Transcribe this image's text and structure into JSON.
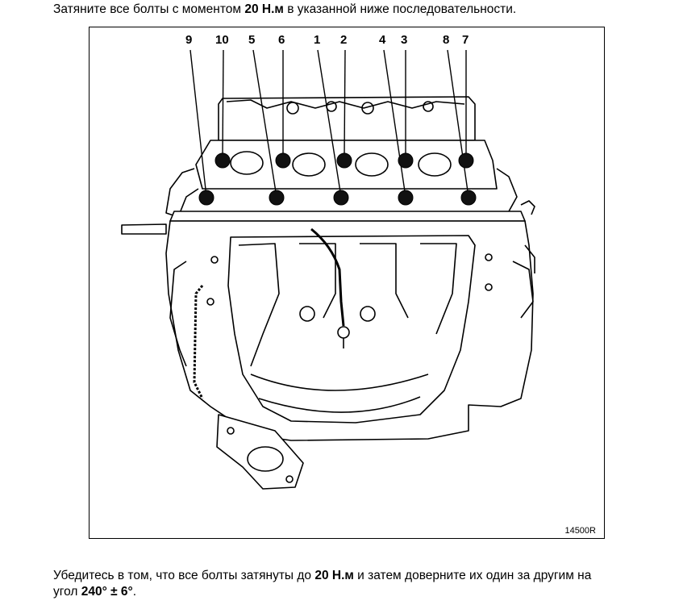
{
  "instructions": {
    "top": {
      "before": "Затяните все болты с моментом ",
      "torque": "20 Н.м",
      "after": " в указанной ниже последовательности."
    },
    "bottom": {
      "line1_before": "Убедитесь в том, что все болты затянуты до ",
      "line1_torque": "20 Н.м",
      "line1_after": " и затем доверните их один за другим на",
      "line2_before": "угол ",
      "line2_angle": "240° ± 6°",
      "line2_after": "."
    }
  },
  "figure": {
    "code": "14500R",
    "bolt_labels": [
      "9",
      "10",
      "5",
      "6",
      "1",
      "2",
      "4",
      "3",
      "8",
      "7"
    ]
  }
}
